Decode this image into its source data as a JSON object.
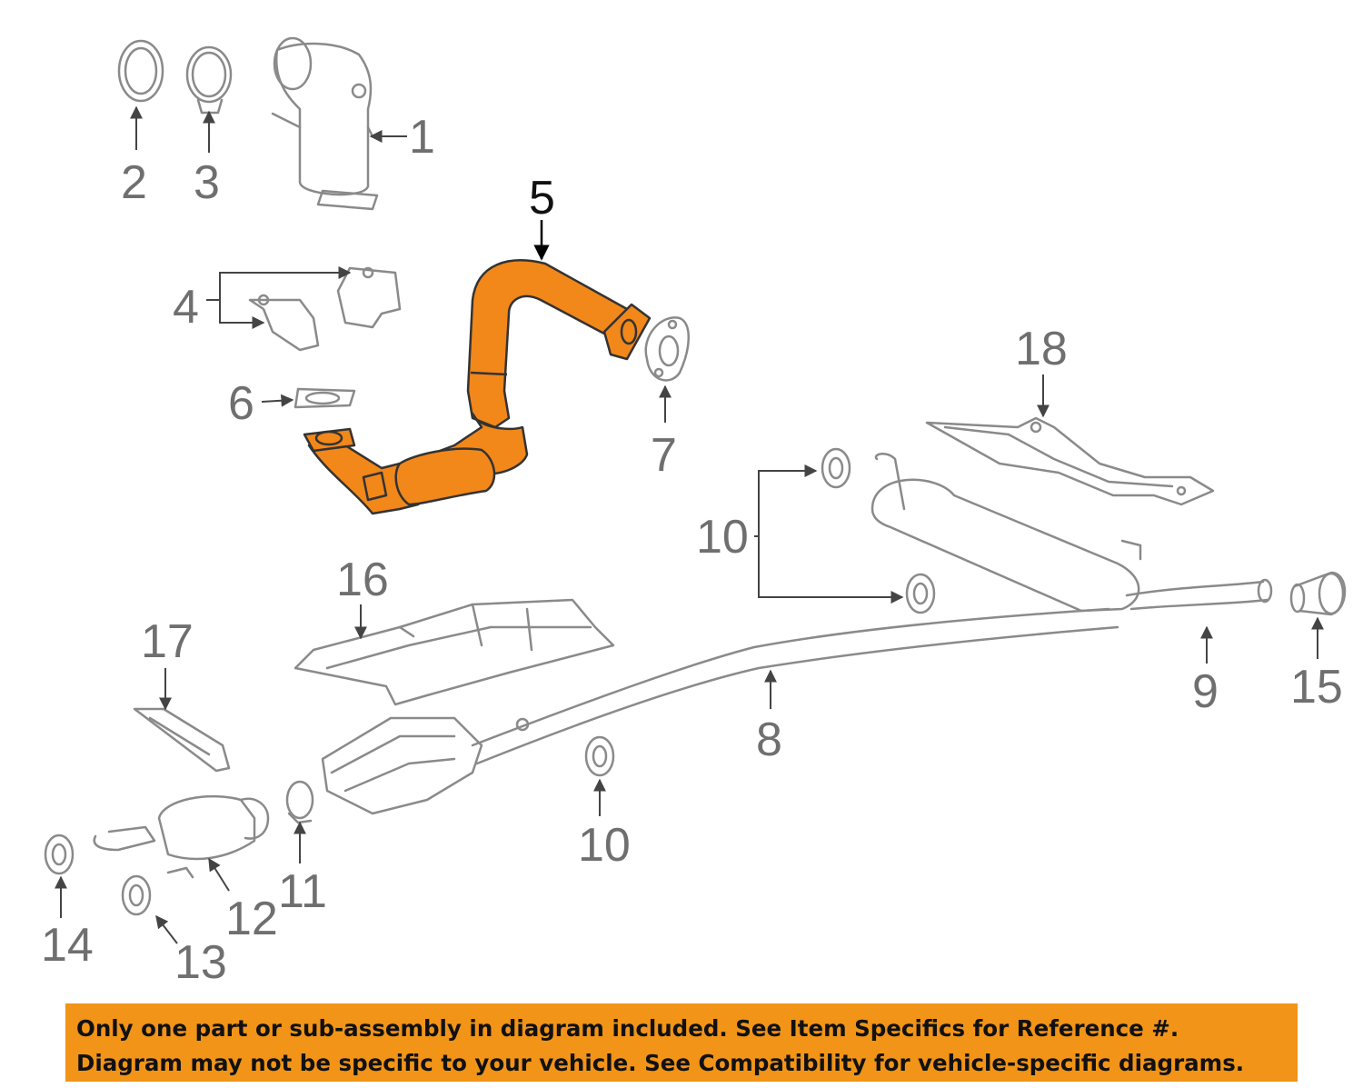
{
  "callouts": {
    "c1": "1",
    "c2": "2",
    "c3": "3",
    "c4": "4",
    "c5": "5",
    "c6": "6",
    "c7": "7",
    "c8": "8",
    "c9": "9",
    "c10a": "10",
    "c10b": "10",
    "c11": "11",
    "c12": "12",
    "c13": "13",
    "c14": "14",
    "c15": "15",
    "c16": "16",
    "c17": "17",
    "c18": "18"
  },
  "highlighted_part": "5",
  "colors": {
    "highlight_part": "#f2871a",
    "line_art": "#8a8a8a",
    "banner_background": "#f19418",
    "banner_text": "#111111"
  },
  "banner": {
    "line1": "Only one part or sub-assembly in diagram included. See Item Specifics for Reference #.",
    "line2": "Diagram may not be specific to your vehicle. See Compatibility for vehicle-specific diagrams."
  }
}
